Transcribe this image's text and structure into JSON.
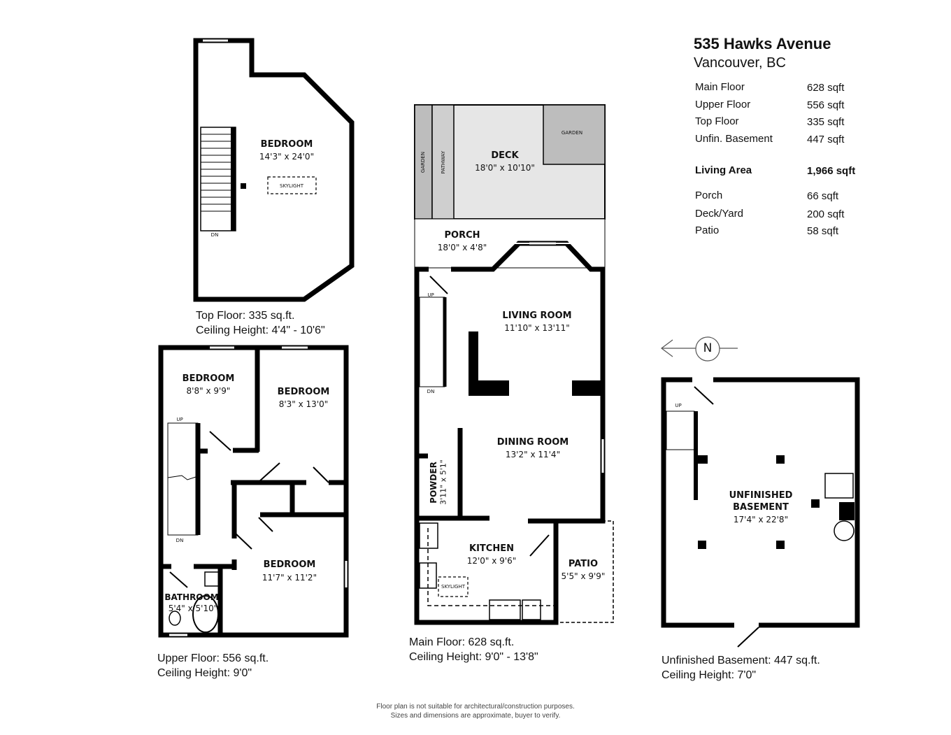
{
  "header": {
    "title": "535 Hawks Avenue",
    "subtitle": "Vancouver, BC"
  },
  "summary": {
    "rows": [
      {
        "label": "Main Floor",
        "value": "628 sqft"
      },
      {
        "label": "Upper Floor",
        "value": "556 sqft"
      },
      {
        "label": "Top Floor",
        "value": "335 sqft"
      },
      {
        "label": "Unfin. Basement",
        "value": "447 sqft"
      }
    ],
    "total": {
      "label": "Living Area",
      "value": "1,966 sqft"
    },
    "outdoor": [
      {
        "label": "Porch",
        "value": "66 sqft"
      },
      {
        "label": "Deck/Yard",
        "value": "200 sqft"
      },
      {
        "label": "Patio",
        "value": "58 sqft"
      }
    ]
  },
  "top_floor": {
    "caption": "Top Floor: 335 sq.ft.",
    "ceiling": "Ceiling Height: 4'4\" - 10'6\"",
    "rooms": [
      {
        "name": "BEDROOM",
        "dims": "14'3\" x 24'0\""
      }
    ],
    "skylight": "SKYLIGHT",
    "stair": "DN"
  },
  "upper_floor": {
    "caption": "Upper Floor: 556 sq.ft.",
    "ceiling": "Ceiling Height: 9'0\"",
    "rooms": [
      {
        "name": "BEDROOM",
        "dims": "8'8\" x 9'9\""
      },
      {
        "name": "BEDROOM",
        "dims": "8'3\" x 13'0\""
      },
      {
        "name": "BEDROOM",
        "dims": "11'7\" x 11'2\""
      },
      {
        "name": "BATHROOM",
        "dims": "5'4\" x 5'10\""
      }
    ],
    "stair_up": "UP",
    "stair_dn": "DN"
  },
  "main_floor": {
    "caption": "Main Floor: 628 sq.ft.",
    "ceiling": "Ceiling Height: 9'0\" - 13'8\"",
    "rooms": [
      {
        "name": "DECK",
        "dims": "18'0\" x 10'10\""
      },
      {
        "name": "PORCH",
        "dims": "18'0\" x 4'8\""
      },
      {
        "name": "LIVING ROOM",
        "dims": "11'10\" x 13'11\""
      },
      {
        "name": "DINING ROOM",
        "dims": "13'2\" x 11'4\""
      },
      {
        "name": "POWDER",
        "dims": "3'11\" x 5'1\""
      },
      {
        "name": "KITCHEN",
        "dims": "12'0\" x 9'6\""
      },
      {
        "name": "PATIO",
        "dims": "5'5\" x 9'9\""
      }
    ],
    "garden_left": "GARDEN",
    "pathway": "PATHWAY",
    "garden_right": "GARDEN",
    "skylight": "SKYLIGHT",
    "stair_up": "UP",
    "stair_dn": "DN"
  },
  "basement": {
    "caption": "Unfinished Basement: 447 sq.ft.",
    "ceiling": "Ceiling Height: 7'0\"",
    "rooms": [
      {
        "name": "UNFINISHED BASEMENT",
        "dims": "17'4\" x 22'8\""
      }
    ],
    "stair_up": "UP"
  },
  "compass": {
    "label": "N"
  },
  "footer": {
    "line1": "Floor plan is not suitable for architectural/construction purposes.",
    "line2": "Sizes and dimensions are approximate, buyer to verify."
  },
  "colors": {
    "wall": "#000000",
    "deck": "#e6e6e6",
    "garden": "#bdbdbd",
    "pathway": "#cfcfcf"
  }
}
